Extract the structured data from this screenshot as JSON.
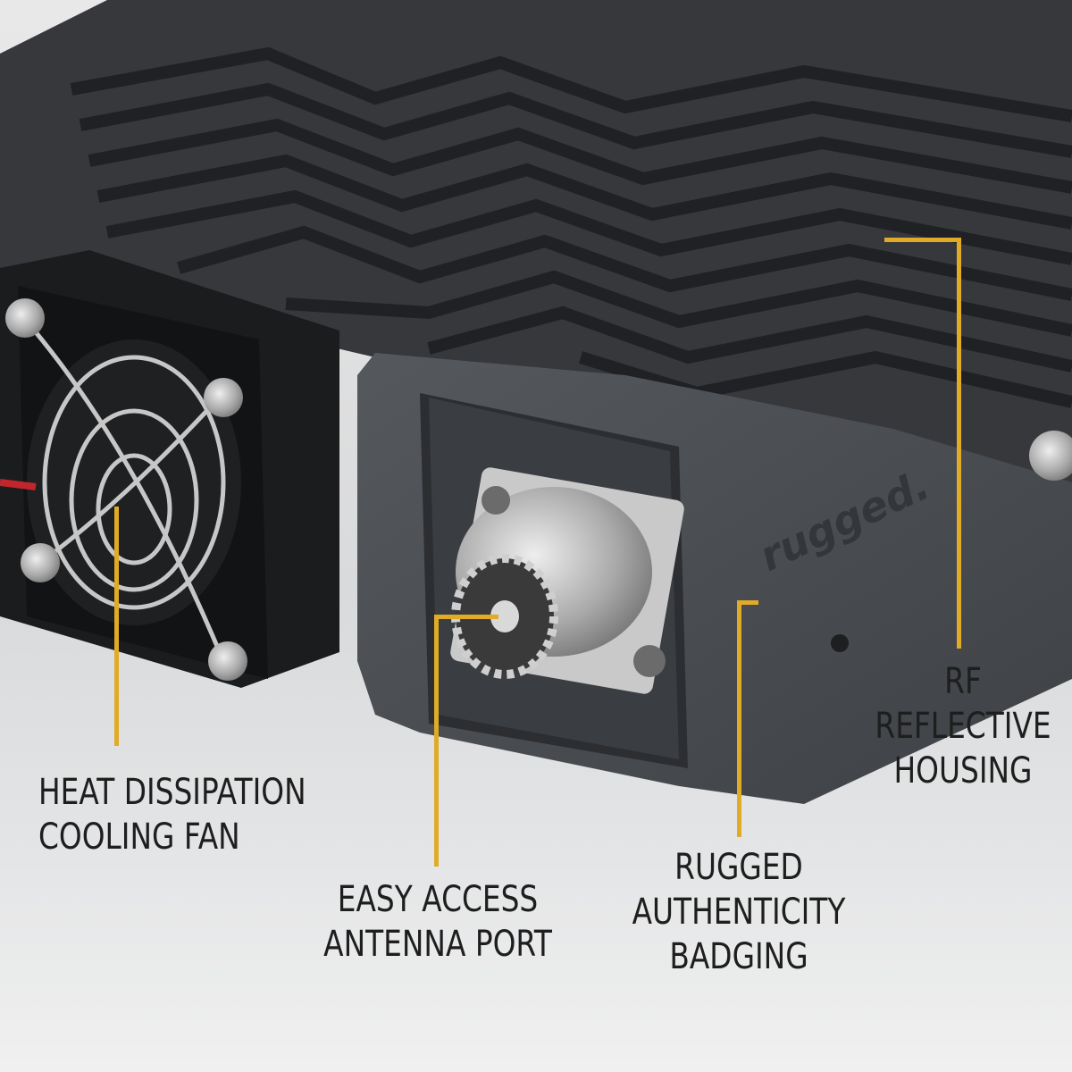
{
  "product": {
    "description": "Rugged mobile radio rear view with heatsink fins, cooling fan, and antenna port",
    "badge_text": "rugged.",
    "colors": {
      "background": "#e2e3e4",
      "housing": "#4a4d51",
      "fins": "#2a2c2f",
      "callout_line": "#e0ab27",
      "label_text": "#1e1e1e"
    }
  },
  "callouts": [
    {
      "id": "fan",
      "lines": [
        "HEAT DISSIPATION",
        "COOLING FAN"
      ]
    },
    {
      "id": "antenna",
      "lines": [
        "EASY ACCESS",
        "ANTENNA PORT"
      ]
    },
    {
      "id": "badge",
      "lines": [
        "RUGGED",
        "AUTHENTICITY",
        "BADGING"
      ]
    },
    {
      "id": "housing",
      "lines": [
        "RF",
        "REFLECTIVE",
        "HOUSING"
      ]
    }
  ]
}
